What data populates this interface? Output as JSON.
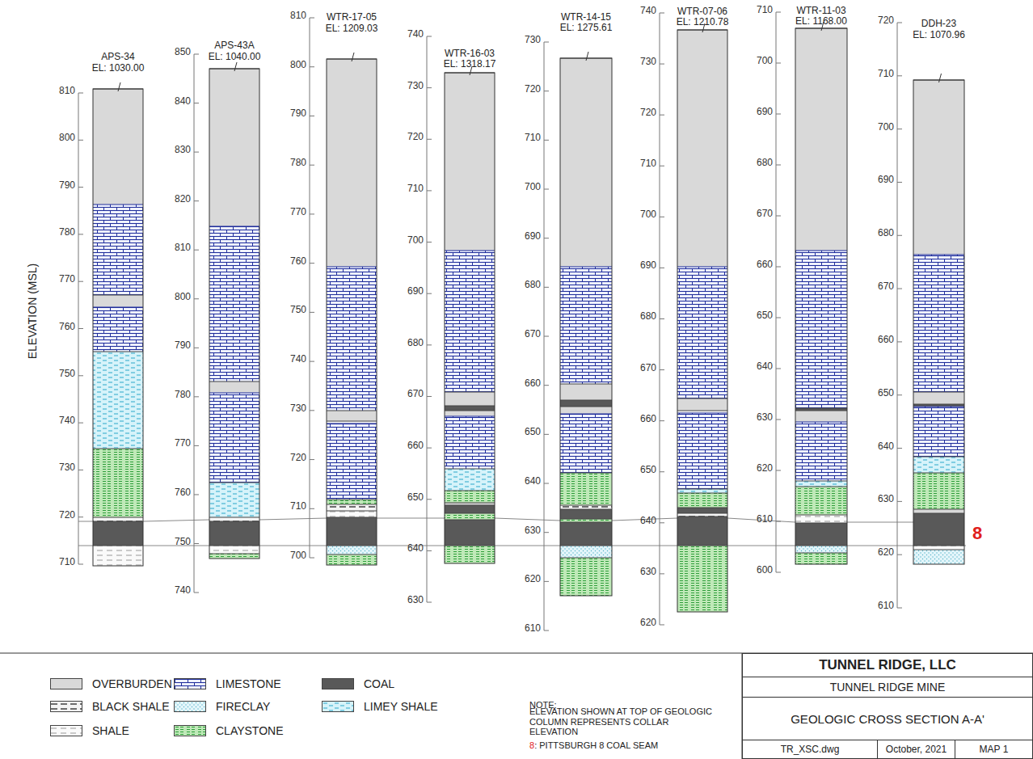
{
  "diagram": {
    "nodes": [
      {
        "text": [
          "TUNNEL RIDGE, LLC"
        ]
      },
      {
        "text": [
          "TUNNEL RIDGE MINE"
        ]
      },
      {
        "text": [
          "GEOLOGIC CROSS SECTION A-A'"
        ]
      },
      {
        "text": [
          "TR_XSC.dwg"
        ]
      },
      {
        "text": [
          "October, 2021"
        ]
      },
      {
        "text": [
          "MAP 1"
        ]
      }
    ],
    "labels": [
      "ELEVATION (MSL)",
      "APS-34",
      "EL: 1030.00",
      "810",
      "800",
      "790",
      "780",
      "770",
      "760",
      "750",
      "740",
      "730",
      "720",
      "710",
      "APS-43A",
      "EL: 1040.00",
      "850",
      "840",
      "830",
      "820",
      "810",
      "800",
      "790",
      "780",
      "770",
      "760",
      "750",
      "740",
      "WTR-17-05",
      "EL: 1209.03",
      "810",
      "800",
      "790",
      "780",
      "770",
      "760",
      "750",
      "740",
      "730",
      "720",
      "710",
      "700",
      "WTR-16-03",
      "EL: 1318.17",
      "740",
      "730",
      "720",
      "710",
      "700",
      "690",
      "680",
      "670",
      "660",
      "650",
      "640",
      "630",
      "WTR-14-15",
      "EL: 1275.61",
      "730",
      "720",
      "710",
      "700",
      "690",
      "680",
      "670",
      "660",
      "650",
      "640",
      "630",
      "620",
      "610",
      "WTR-07-06",
      "EL: 1210.78",
      "740",
      "730",
      "720",
      "710",
      "700",
      "690",
      "680",
      "670",
      "660",
      "650",
      "640",
      "630",
      "620",
      "WTR-11-03",
      "EL: 1168.00",
      "710",
      "700",
      "690",
      "680",
      "670",
      "660",
      "650",
      "640",
      "630",
      "620",
      "610",
      "600",
      "DDH-23",
      "EL: 1070.96",
      "720",
      "710",
      "700",
      "690",
      "680",
      "670",
      "660",
      "650",
      "640",
      "630",
      "620",
      "610",
      "8",
      "NOTE:",
      "ELEVATION SHOWN AT TOP OF GEOLOGIC COLUMN REPRESENTS COLLAR ELEVATION",
      "8",
      ": PITTSBURGH 8 COAL SEAM"
    ],
    "legend": [
      {
        "text": "OVERBURDEN",
        "color": "#d9d9d9"
      },
      {
        "text": "LIMESTONE",
        "color": "#eef1ff"
      },
      {
        "text": "COAL",
        "color": "#595959"
      },
      {
        "text": "BLACK SHALE",
        "color": "#f4f4f4"
      },
      {
        "text": "FIRECLAY",
        "color": "#e3f5fa"
      },
      {
        "text": "LIMEY SHALE",
        "color": "#d6f3fa"
      },
      {
        "text": "SHALE",
        "color": "#fafafa"
      },
      {
        "text": "CLAYSTONE",
        "color": "#bfe9b8"
      }
    ]
  }
}
